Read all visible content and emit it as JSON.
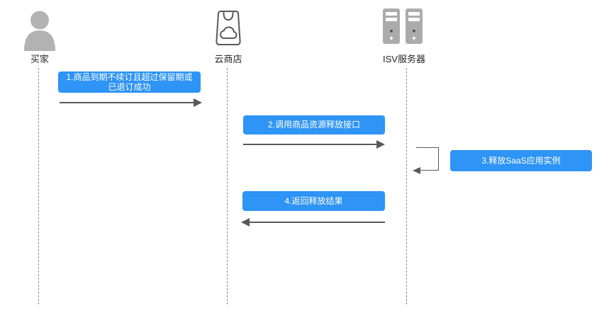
{
  "diagram": {
    "type": "sequence-diagram",
    "actors": [
      {
        "id": "buyer",
        "label": "买家",
        "icon": "person-icon"
      },
      {
        "id": "cloud-store",
        "label": "云商店",
        "icon": "shopping-bag-cloud-icon"
      },
      {
        "id": "isv-server",
        "label": "ISV服务器",
        "icon": "server-towers-icon"
      }
    ],
    "messages": [
      {
        "seq": 1,
        "label": "1.商品到期不续订且超过保留期或已退订成功",
        "from": "买家",
        "to": "云商店",
        "direction": "right"
      },
      {
        "seq": 2,
        "label": "2.调用商品资源释放接口",
        "from": "云商店",
        "to": "ISV服务器",
        "direction": "right"
      },
      {
        "seq": 3,
        "label": "3.释放SaaS应用实例",
        "from": "ISV服务器",
        "to": "ISV服务器",
        "direction": "self"
      },
      {
        "seq": 4,
        "label": "4.返回释放结果",
        "from": "ISV服务器",
        "to": "云商店",
        "direction": "left"
      }
    ]
  },
  "colors": {
    "accent": "#2e94f5",
    "line": "#595959",
    "lifeline": "#8c8c8c",
    "icon_gray": "#b2b2b2",
    "server_gray": "#ababab",
    "text": "#262626",
    "background": "#ffffff"
  }
}
